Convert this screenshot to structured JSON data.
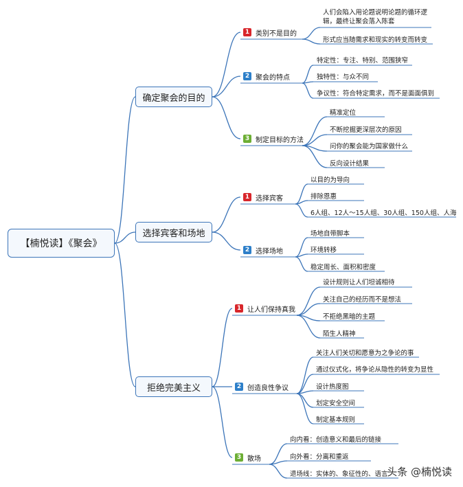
{
  "root": {
    "label": "【楠悦读】《聚会》"
  },
  "colors": {
    "line": "#3b74b8",
    "badge1": "#d8262b",
    "badge2": "#2d7fc9",
    "badge3": "#6cae34"
  },
  "branches": [
    {
      "label": "确定聚会的目的",
      "subs": [
        {
          "num": "1",
          "label": "类别不是目的",
          "leaves": [
            "人们会陷入用论题说明论题的循环逻\n辑，最终让聚会落入陈套",
            "形式应当随需求和现实的转变而转变"
          ]
        },
        {
          "num": "2",
          "label": "聚会的特点",
          "leaves": [
            "特定性：专注、特别、范围狭窄",
            "独特性：与众不同",
            "争议性：符合特定需求，而不是面面俱到"
          ]
        },
        {
          "num": "3",
          "label": "制定目标的方法",
          "leaves": [
            "精准定位",
            "不断挖掘更深层次的原因",
            "问你的聚会能为国家做什么",
            "反向设计结果"
          ]
        }
      ]
    },
    {
      "label": "选择宾客和场地",
      "subs": [
        {
          "num": "1",
          "label": "选择宾客",
          "leaves": [
            "以目的为导向",
            "排除恩惠",
            "6人组、12人～15人组、30人组、150人组、人海"
          ]
        },
        {
          "num": "2",
          "label": "选择场地",
          "leaves": [
            "场地自带脚本",
            "环境转移",
            "稳定周长、面积和密度"
          ]
        }
      ]
    },
    {
      "label": "拒绝完美主义",
      "subs": [
        {
          "num": "1",
          "label": "让人们保持真我",
          "leaves": [
            "设计规则让人们坦诚相待",
            "关注自己的经历而不是想法",
            "不拒绝黑暗的主题",
            "陌生人精神"
          ]
        },
        {
          "num": "2",
          "label": "创造良性争议",
          "leaves": [
            "关注人们关切和愿意为之争论的事",
            "通过仪式化，将争论从隐性的转变为显性",
            "设计热度图",
            "划定安全空间",
            "制定基本规则"
          ]
        },
        {
          "num": "3",
          "label": "散场",
          "leaves": [
            "向内看：创造意义和最后的链接",
            "向外看：分离和重返",
            "退场线：实体的、象征性的、语言"
          ]
        }
      ]
    }
  ],
  "watermark": "头条 @楠悦读"
}
